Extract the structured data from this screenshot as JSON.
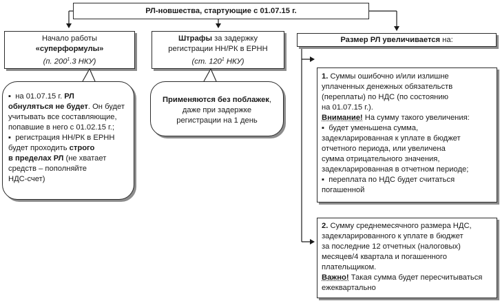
{
  "header": {
    "title": "РЛ-новшества, стартующие с 01.07.15 г."
  },
  "box1": {
    "line1": "Начало работы",
    "line2": "«суперформулы»",
    "line3_prefix": "(п. 200",
    "line3_sup": "1",
    "line3_suffix": ".3 НКУ)"
  },
  "box2": {
    "bold": "Штрафы",
    "line1_rest": " за задержку",
    "line2": "регистрации НН/РК в ЕРНН",
    "line3_prefix": "(ст. 120",
    "line3_sup": "1",
    "line3_suffix": " НКУ)"
  },
  "box3": {
    "bold": "Размер РЛ увеличивается",
    "rest": " на:"
  },
  "bubble1": {
    "b1_pre": "на 01.07.15 г. ",
    "b1_bold1": "РЛ",
    "b1_bold2": "обнуляться не будет",
    "b1_rest1": ". Он будет",
    "b1_line3": "учитывать все составляющие,",
    "b1_line4": "попавшие в него с 01.02.15 г.;",
    "b2_line1": "регистрация НН/РК в ЕРНН",
    "b2_line2_pre": "будет проходить ",
    "b2_line2_bold": "строго",
    "b2_line3_bold": "в пределах РЛ",
    "b2_line3_rest": " (не хватает",
    "b2_line4": "средств – пополняйте",
    "b2_line5": "НДС-счет)"
  },
  "bubble2": {
    "bold": "Применяются без поблажек",
    "line1_rest": ",",
    "line2": "даже при задержке",
    "line3": "регистрации на 1 день"
  },
  "detail1": {
    "num": "1.",
    "l1": " Суммы ошибочно и/или излишне",
    "l2": "уплаченных денежных обязательств",
    "l3": "(переплаты) по НДС (по состоянию",
    "l4": "на 01.07.15 г.).",
    "attn_bold": "Внимание!",
    "attn_rest": " На сумму такого увеличения:",
    "b1_l1": "будет уменьшена сумма,",
    "b1_l2": "задекларированная к уплате в бюджет",
    "b1_l3": "отчетного периода, или увеличена",
    "b1_l4": "сумма отрицательного значения,",
    "b1_l5": "задекларированная в отчетном периоде;",
    "b2_l1": "переплата по НДС будет считаться",
    "b2_l2": "погашенной"
  },
  "detail2": {
    "num": "2.",
    "l1": " Сумму среднемесячного размера НДС,",
    "l2": "задекларированного к уплате в бюджет",
    "l3": "за последние 12 отчетных (налоговых)",
    "l4": "месяцев/4 квартала и погашенного",
    "l5": "плательщиком.",
    "imp_bold": "Важно!",
    "imp_rest": " Такая сумма будет пересчитываться",
    "l7": "ежеквартально"
  }
}
